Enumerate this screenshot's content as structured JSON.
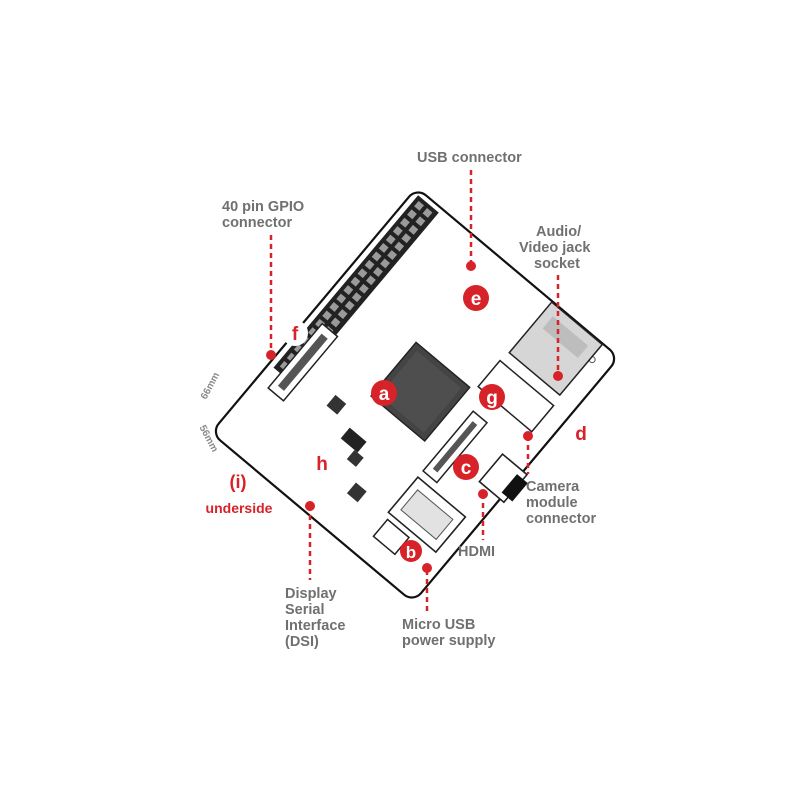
{
  "labels": {
    "usb": "USB connector",
    "gpio_line1": "40 pin GPIO",
    "gpio_line2": "connector",
    "av_line1": "Audio/",
    "av_line2": "Video jack",
    "av_line3": "socket",
    "camera_line1": "Camera",
    "camera_line2": "module",
    "camera_line3": "connector",
    "hdmi": "HDMI",
    "dsi_line1": "Display",
    "dsi_line2": "Serial",
    "dsi_line3": "Interface",
    "dsi_line4": "(DSI)",
    "power_line1": "Micro USB",
    "power_line2": "power supply",
    "underside_letter": "(i)",
    "underside": "underside"
  },
  "dimensions": {
    "height": "66mm",
    "width": "56mm"
  },
  "components": {
    "a": "a",
    "b": "b",
    "c": "c",
    "d": "d",
    "e": "e",
    "f": "f",
    "g": "g",
    "h": "h"
  },
  "colors": {
    "accent_red": "#d8222a",
    "label_gray": "#707070",
    "board_outline": "#111111",
    "chip_fill": "#444444",
    "port_fill": "#d6d6d6"
  }
}
